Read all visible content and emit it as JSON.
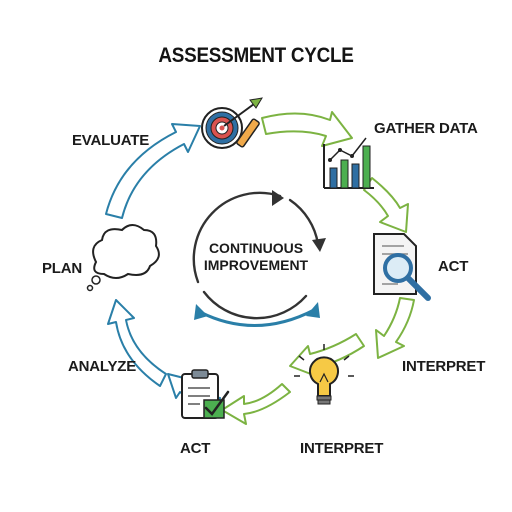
{
  "title": "ASSESSMENT CYCLE",
  "center": {
    "line1": "CONTINUOUS",
    "line2": "IMPROVEMENT"
  },
  "labels": {
    "gather_data": "GATHER DATA",
    "act_right": "ACT",
    "interpret_right": "INTERPRET",
    "interpret_bottom": "INTERPRET",
    "act_bottom": "ACT",
    "analyze": "ANALYZE",
    "plan": "PLAN",
    "evaluate": "EVALUATE"
  },
  "colors": {
    "green": "#7cb342",
    "blue": "#2a7fa8",
    "dark": "#333333",
    "target_red": "#d9534f",
    "target_blue": "#2f6fa3",
    "bar_green": "#4caf50",
    "bar_blue": "#2f6fa3",
    "bulb_yellow": "#f6c945",
    "magnifier_blue": "#2f6fa3"
  },
  "icons": [
    "target-icon",
    "bar-chart-icon",
    "document-magnifier-icon",
    "lightbulb-icon",
    "clipboard-check-icon",
    "thought-cloud-icon"
  ]
}
